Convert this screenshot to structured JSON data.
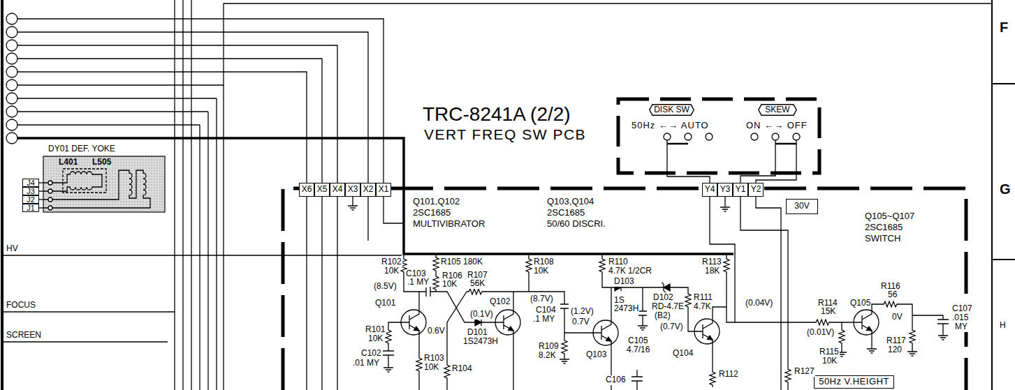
{
  "diagram": {
    "nodes": [
      {
        "text": [
          "50Hz ←→ AUTO",
          "ON ←→ OFF"
        ]
      },
      {
        "text": [
          "DISK SW"
        ],
        "in": 0
      },
      {
        "text": [
          "SKEW"
        ],
        "in": 0
      },
      {
        "text": [
          "DY01 DEF. YOKE",
          "L401",
          "L505"
        ]
      },
      {
        "text": [
          "J4"
        ]
      },
      {
        "text": [
          "J3"
        ]
      },
      {
        "text": [
          "J2"
        ]
      },
      {
        "text": [
          "J1"
        ]
      },
      {
        "text": [
          "X6"
        ]
      },
      {
        "text": [
          "X5"
        ]
      },
      {
        "text": [
          "X4"
        ]
      },
      {
        "text": [
          "X3"
        ]
      },
      {
        "text": [
          "X2"
        ]
      },
      {
        "text": [
          "X1"
        ]
      },
      {
        "text": [
          "Y4"
        ]
      },
      {
        "text": [
          "Y3"
        ]
      },
      {
        "text": [
          "Y1"
        ]
      },
      {
        "text": [
          "Y2"
        ]
      },
      {
        "text": [
          "30V"
        ]
      },
      {
        "text": [
          "50Hz V.HEIGHT"
        ]
      }
    ],
    "edges": [
      {
        "from": 0,
        "to": 14,
        "arrow": "none"
      },
      {
        "from": 0,
        "to": 16,
        "arrow": "none"
      },
      {
        "from": 0,
        "to": 17,
        "arrow": "none"
      },
      {
        "from": 4,
        "to": 3,
        "arrow": "none"
      },
      {
        "from": 5,
        "to": 3,
        "arrow": "none"
      },
      {
        "from": 6,
        "to": 3,
        "arrow": "none"
      },
      {
        "from": 7,
        "to": 3,
        "arrow": "none"
      }
    ],
    "labels": [
      "F",
      "TRC-8241A (2/2)",
      "VERT FREQ SW PCB",
      "G",
      "Q101,Q102",
      "2SC1685",
      "MULTIVIBRATOR",
      "Q103,Q104",
      "2SC1685",
      "50/60 DISCRI.",
      "Q105~Q107",
      "2SC1685",
      "SWITCH",
      "HV",
      "R102",
      "10K",
      "R105 180K",
      "R108",
      "10K",
      "R110",
      "4.7K 1/2CR",
      "R113",
      "18K",
      "R106",
      "10K",
      "C103",
      ".1 MY",
      "(8.5V)",
      "R107",
      "56K",
      "D103",
      "(8.7V)",
      "1S",
      "D102",
      "R111",
      "2473H",
      "RD-4.7E",
      "4.7K",
      "(0.04V)",
      "Q101",
      "Q102",
      "C104",
      "(1.2V)",
      "(0.1V)",
      "R114",
      "15K",
      "Q105",
      "R116",
      "56",
      "C107",
      "(B2)",
      "0V",
      ".015",
      ".1 MY",
      "0.7V",
      "(0.7V)",
      "MY",
      "R101",
      "0.6V",
      "D101",
      "(0.01V)",
      "10K",
      "1S2473H",
      "C105",
      "R117",
      "R109",
      "4.7/16",
      "R115",
      "120",
      "C102",
      "Q104",
      "Q103",
      "8.2K",
      "R103",
      "10K",
      ".01 MY",
      "10K",
      "R104",
      "R127",
      "R112",
      "C106",
      "FOCUS",
      "SCREEN",
      "H"
    ]
  }
}
